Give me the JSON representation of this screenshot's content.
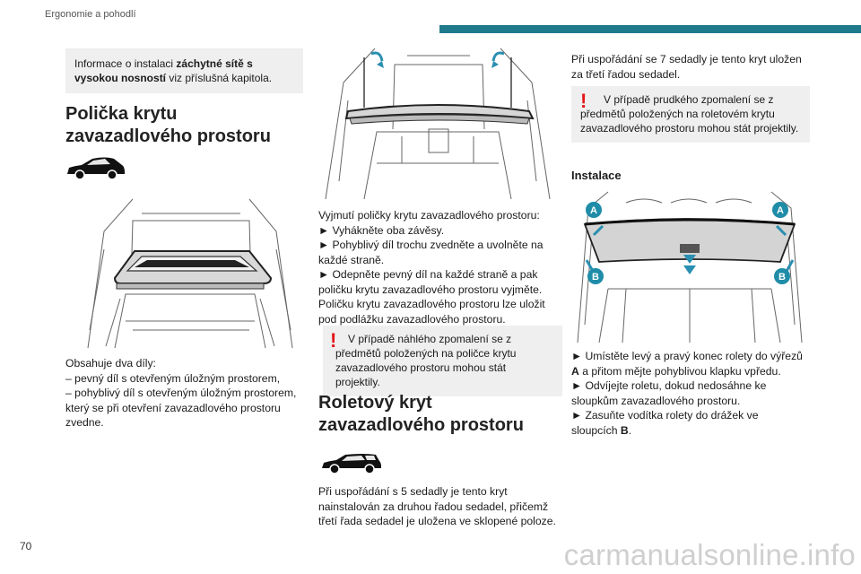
{
  "header": {
    "section": "Ergonomie a pohodlí"
  },
  "page_number": "70",
  "watermark": "carmanualsonline.info",
  "col1": {
    "info_prefix": "Informace o instalaci ",
    "info_bold": "záchytné sítě s vysokou nosností",
    "info_suffix": " viz příslušná kapitola.",
    "heading": "Polička krytu zavazadlového prostoru",
    "intro": "Obsahuje dva díly:",
    "item1": "– pevný díl s otevřeným úložným prostorem,",
    "item2": "– pohyblivý díl s otevřeným úložným prostorem, který se při otevření zavazadlového prostoru zvedne."
  },
  "col2": {
    "line1": "Vyjmutí poličky krytu zavazadlového prostoru:",
    "line2": "► Vyhákněte oba závěsy.",
    "line3": "► Pohyblivý díl trochu zvedněte a uvolněte na každé straně.",
    "line4": "► Odepněte pevný díl na každé straně a pak poličku krytu zavazadlového prostoru vyjměte.",
    "line5": "Poličku krytu zavazadlového prostoru lze uložit pod podlážku zavazadlového prostoru.",
    "warning": "V případě náhlého zpomalení se z předmětů položených na poličce krytu zavazadlového prostoru mohou stát projektily.",
    "heading": "Roletový kryt zavazadlového prostoru",
    "para": "Při uspořádání s 5 sedadly je tento kryt nainstalován za druhou řadou sedadel, přičemž třetí řada sedadel je uložena ve sklopené poloze."
  },
  "col3": {
    "para": "Při uspořádání se 7 sedadly je tento kryt uložen za třetí řadou sedadel.",
    "warning": "V případě prudkého zpomalení se z předmětů položených na roletovém krytu zavazadlového prostoru mohou stát projektily.",
    "heading": "Instalace",
    "step1_pre": "► Umístěte levý a pravý konec rolety do výřezů ",
    "step1_bold": "A",
    "step1_post": " a přitom mějte pohyblivou klapku vpředu.",
    "step2": "► Odvíjejte roletu, dokud nedosáhne ke sloupkům zavazadlového prostoru.",
    "step3_pre": "► Zasuňte vodítka rolety do drážek ve sloupcích ",
    "step3_bold": "B",
    "step3_post": ".",
    "label_a": "A",
    "label_b": "B"
  },
  "colors": {
    "accent": "#1f7a8c",
    "warning": "#e3161a",
    "badge": "#1f8ca8",
    "box_bg": "#efefef"
  },
  "icons": [
    "car-suv-icon",
    "car-estate-icon",
    "warning-exclamation-icon"
  ]
}
